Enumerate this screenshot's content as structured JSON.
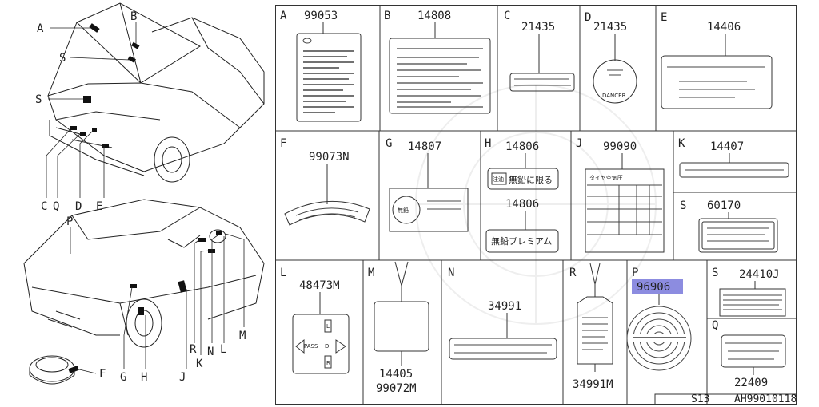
{
  "vehicle_callouts": [
    "A",
    "B",
    "S",
    "S",
    "C",
    "Q",
    "D",
    "E",
    "P",
    "F",
    "G",
    "H",
    "J",
    "R",
    "K",
    "N",
    "L",
    "M"
  ],
  "cells": {
    "A": {
      "letter": "A",
      "part": "99053"
    },
    "B": {
      "letter": "B",
      "part": "14808"
    },
    "C": {
      "letter": "C",
      "part": "21435"
    },
    "D": {
      "letter": "D",
      "part": "21435",
      "text": "DANCER"
    },
    "E": {
      "letter": "E",
      "part": "14406"
    },
    "F": {
      "letter": "F",
      "part": "99073N"
    },
    "G": {
      "letter": "G",
      "part": "14807",
      "text": "無鉛"
    },
    "H": {
      "letter": "H",
      "part": "14806",
      "part2": "14806",
      "text1": "無鉛に限る",
      "text1_badge": "注油",
      "text2": "無鉛プレミアム"
    },
    "J": {
      "letter": "J",
      "part": "99090",
      "text": "タイヤ空気圧"
    },
    "K": {
      "letter": "K",
      "part": "14407"
    },
    "S1": {
      "letter": "S",
      "part": "60170"
    },
    "L": {
      "letter": "L",
      "part": "48473M",
      "pass": "PASS",
      "d": "D",
      "l": "L",
      "r": "R"
    },
    "M": {
      "letter": "M",
      "part": "14405",
      "part2": "99072M"
    },
    "N": {
      "letter": "N",
      "part": "34991"
    },
    "R": {
      "letter": "R",
      "part": "34991M"
    },
    "P": {
      "letter": "P",
      "part": "96906",
      "highlight": "#8c8ce0"
    },
    "S2": {
      "letter": "S",
      "part": "24410J"
    },
    "Q": {
      "letter": "Q",
      "part": "22409"
    }
  },
  "footer": {
    "section": "S13",
    "code": "AH99010118"
  }
}
